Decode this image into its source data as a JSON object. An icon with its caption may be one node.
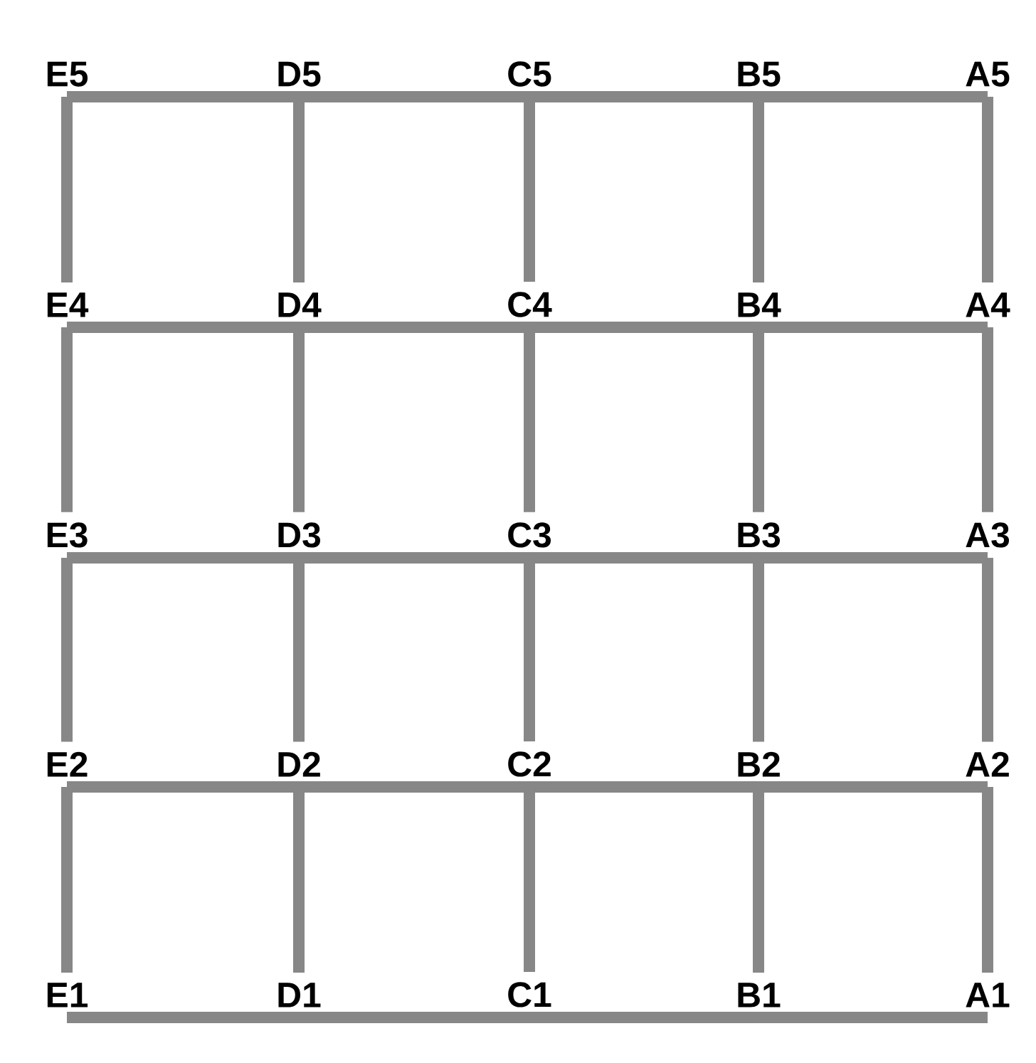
{
  "diagram": {
    "nodes": [
      {
        "text": [
          "E5"
        ]
      },
      {
        "text": [
          "D5"
        ]
      },
      {
        "text": [
          "C5"
        ]
      },
      {
        "text": [
          "B5"
        ]
      },
      {
        "text": [
          "A5"
        ]
      },
      {
        "text": [
          "E4"
        ]
      },
      {
        "text": [
          "D4"
        ]
      },
      {
        "text": [
          "C4"
        ]
      },
      {
        "text": [
          "B4"
        ]
      },
      {
        "text": [
          "A4"
        ]
      },
      {
        "text": [
          "E3"
        ]
      },
      {
        "text": [
          "D3"
        ]
      },
      {
        "text": [
          "C3"
        ]
      },
      {
        "text": [
          "B3"
        ]
      },
      {
        "text": [
          "A3"
        ]
      },
      {
        "text": [
          "E2"
        ]
      },
      {
        "text": [
          "D2"
        ]
      },
      {
        "text": [
          "C2"
        ]
      },
      {
        "text": [
          "B2"
        ]
      },
      {
        "text": [
          "A2"
        ]
      },
      {
        "text": [
          "E1"
        ]
      },
      {
        "text": [
          "D1"
        ]
      },
      {
        "text": [
          "C1"
        ]
      },
      {
        "text": [
          "B1"
        ]
      },
      {
        "text": [
          "A1"
        ]
      }
    ],
    "edges": [
      {
        "from": 0,
        "to": 1,
        "arrow": "none"
      },
      {
        "from": 1,
        "to": 2,
        "arrow": "none"
      },
      {
        "from": 2,
        "to": 3,
        "arrow": "none"
      },
      {
        "from": 3,
        "to": 4,
        "arrow": "none"
      },
      {
        "from": 5,
        "to": 6,
        "arrow": "none"
      },
      {
        "from": 6,
        "to": 7,
        "arrow": "none"
      },
      {
        "from": 7,
        "to": 8,
        "arrow": "none"
      },
      {
        "from": 8,
        "to": 9,
        "arrow": "none"
      },
      {
        "from": 10,
        "to": 11,
        "arrow": "none"
      },
      {
        "from": 11,
        "to": 12,
        "arrow": "none"
      },
      {
        "from": 12,
        "to": 13,
        "arrow": "none"
      },
      {
        "from": 13,
        "to": 14,
        "arrow": "none"
      },
      {
        "from": 15,
        "to": 16,
        "arrow": "none"
      },
      {
        "from": 16,
        "to": 17,
        "arrow": "none"
      },
      {
        "from": 17,
        "to": 18,
        "arrow": "none"
      },
      {
        "from": 18,
        "to": 19,
        "arrow": "none"
      },
      {
        "from": 20,
        "to": 21,
        "arrow": "none"
      },
      {
        "from": 21,
        "to": 22,
        "arrow": "none"
      },
      {
        "from": 22,
        "to": 23,
        "arrow": "none"
      },
      {
        "from": 23,
        "to": 24,
        "arrow": "none"
      },
      {
        "from": 0,
        "to": 5,
        "arrow": "none"
      },
      {
        "from": 5,
        "to": 10,
        "arrow": "none"
      },
      {
        "from": 10,
        "to": 15,
        "arrow": "none"
      },
      {
        "from": 15,
        "to": 20,
        "arrow": "none"
      },
      {
        "from": 1,
        "to": 6,
        "arrow": "none"
      },
      {
        "from": 6,
        "to": 11,
        "arrow": "none"
      },
      {
        "from": 11,
        "to": 16,
        "arrow": "none"
      },
      {
        "from": 16,
        "to": 21,
        "arrow": "none"
      },
      {
        "from": 2,
        "to": 7,
        "arrow": "none"
      },
      {
        "from": 7,
        "to": 12,
        "arrow": "none"
      },
      {
        "from": 12,
        "to": 17,
        "arrow": "none"
      },
      {
        "from": 17,
        "to": 22,
        "arrow": "none"
      },
      {
        "from": 3,
        "to": 8,
        "arrow": "none"
      },
      {
        "from": 8,
        "to": 13,
        "arrow": "none"
      },
      {
        "from": 13,
        "to": 18,
        "arrow": "none"
      },
      {
        "from": 18,
        "to": 23,
        "arrow": "none"
      },
      {
        "from": 4,
        "to": 9,
        "arrow": "none"
      },
      {
        "from": 9,
        "to": 14,
        "arrow": "none"
      },
      {
        "from": 14,
        "to": 19,
        "arrow": "none"
      },
      {
        "from": 19,
        "to": 24,
        "arrow": "none"
      }
    ]
  }
}
